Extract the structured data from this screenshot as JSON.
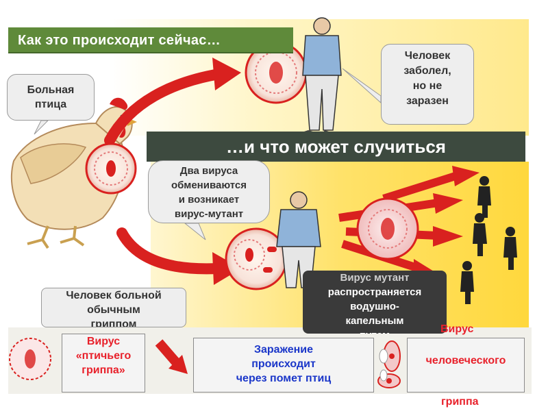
{
  "header_now": "Как это происходит сейчас…",
  "header_next": "…и что может случиться",
  "bubble_sick_bird": [
    "Больная",
    "птица"
  ],
  "bubble_person": [
    "Человек",
    "заболел,",
    "но не",
    "заразен"
  ],
  "bubble_two_viruses": [
    "Два вируса",
    "обмениваются",
    "и возникает",
    "вирус-мутант"
  ],
  "bubble_common_flu": [
    "Человек больной",
    "обычным",
    "гриппом"
  ],
  "bubble_mutant_spreads": [
    "Вирус мутант",
    "распространяется",
    "водушно-",
    "капельным",
    "путем"
  ],
  "card_bird_flu": [
    "Вирус",
    "«птичьего",
    "гриппа»"
  ],
  "card_infection": [
    "Заражение",
    "происходит",
    "через помет птиц"
  ],
  "card_human_flu": {
    "top": "Вирус",
    "middle": "человеческого",
    "bottom": "гриппа"
  },
  "colors": {
    "header_now_bg": "#5f8a3a",
    "header_next_bg": "#3d4a3f",
    "arrow_red": "#d9211f",
    "label_red": "#e8212b",
    "label_blue": "#1a36c9"
  }
}
